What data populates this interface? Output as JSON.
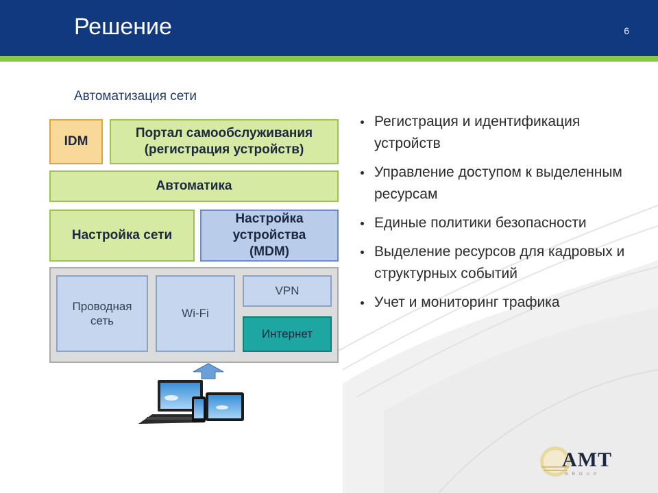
{
  "header": {
    "title": "Решение",
    "page_number": "6"
  },
  "diagram": {
    "subtitle": "Автоматизация сети",
    "idm": "IDM",
    "portal_line1": "Портал самообслуживания",
    "portal_line2": "(регистрация устройств)",
    "automation": "Автоматика",
    "network_setup": "Настройка сети",
    "device_setup_line1": "Настройка",
    "device_setup_line2": "устройства",
    "device_setup_line3": "(MDM)",
    "wired_line1": "Проводная",
    "wired_line2": "сеть",
    "wifi": "Wi-Fi",
    "vpn": "VPN",
    "internet": "Интернет"
  },
  "bullets": [
    "Регистрация и идентификация устройств",
    "Управление доступом к выделенным ресурсам",
    "Единые политики безопасности",
    "Выделение ресурсов для кадровых и структурных событий",
    "Учет и мониторинг трафика"
  ],
  "logo": {
    "name": "AMT",
    "sub": "GROUP"
  },
  "colors": {
    "header": "#11397f",
    "accent": "#8dc63f",
    "green_box": "#d7eaa4",
    "orange_box": "#f9d99a",
    "blue_box": "#b9cdea",
    "teal_box": "#1ea6a2"
  }
}
